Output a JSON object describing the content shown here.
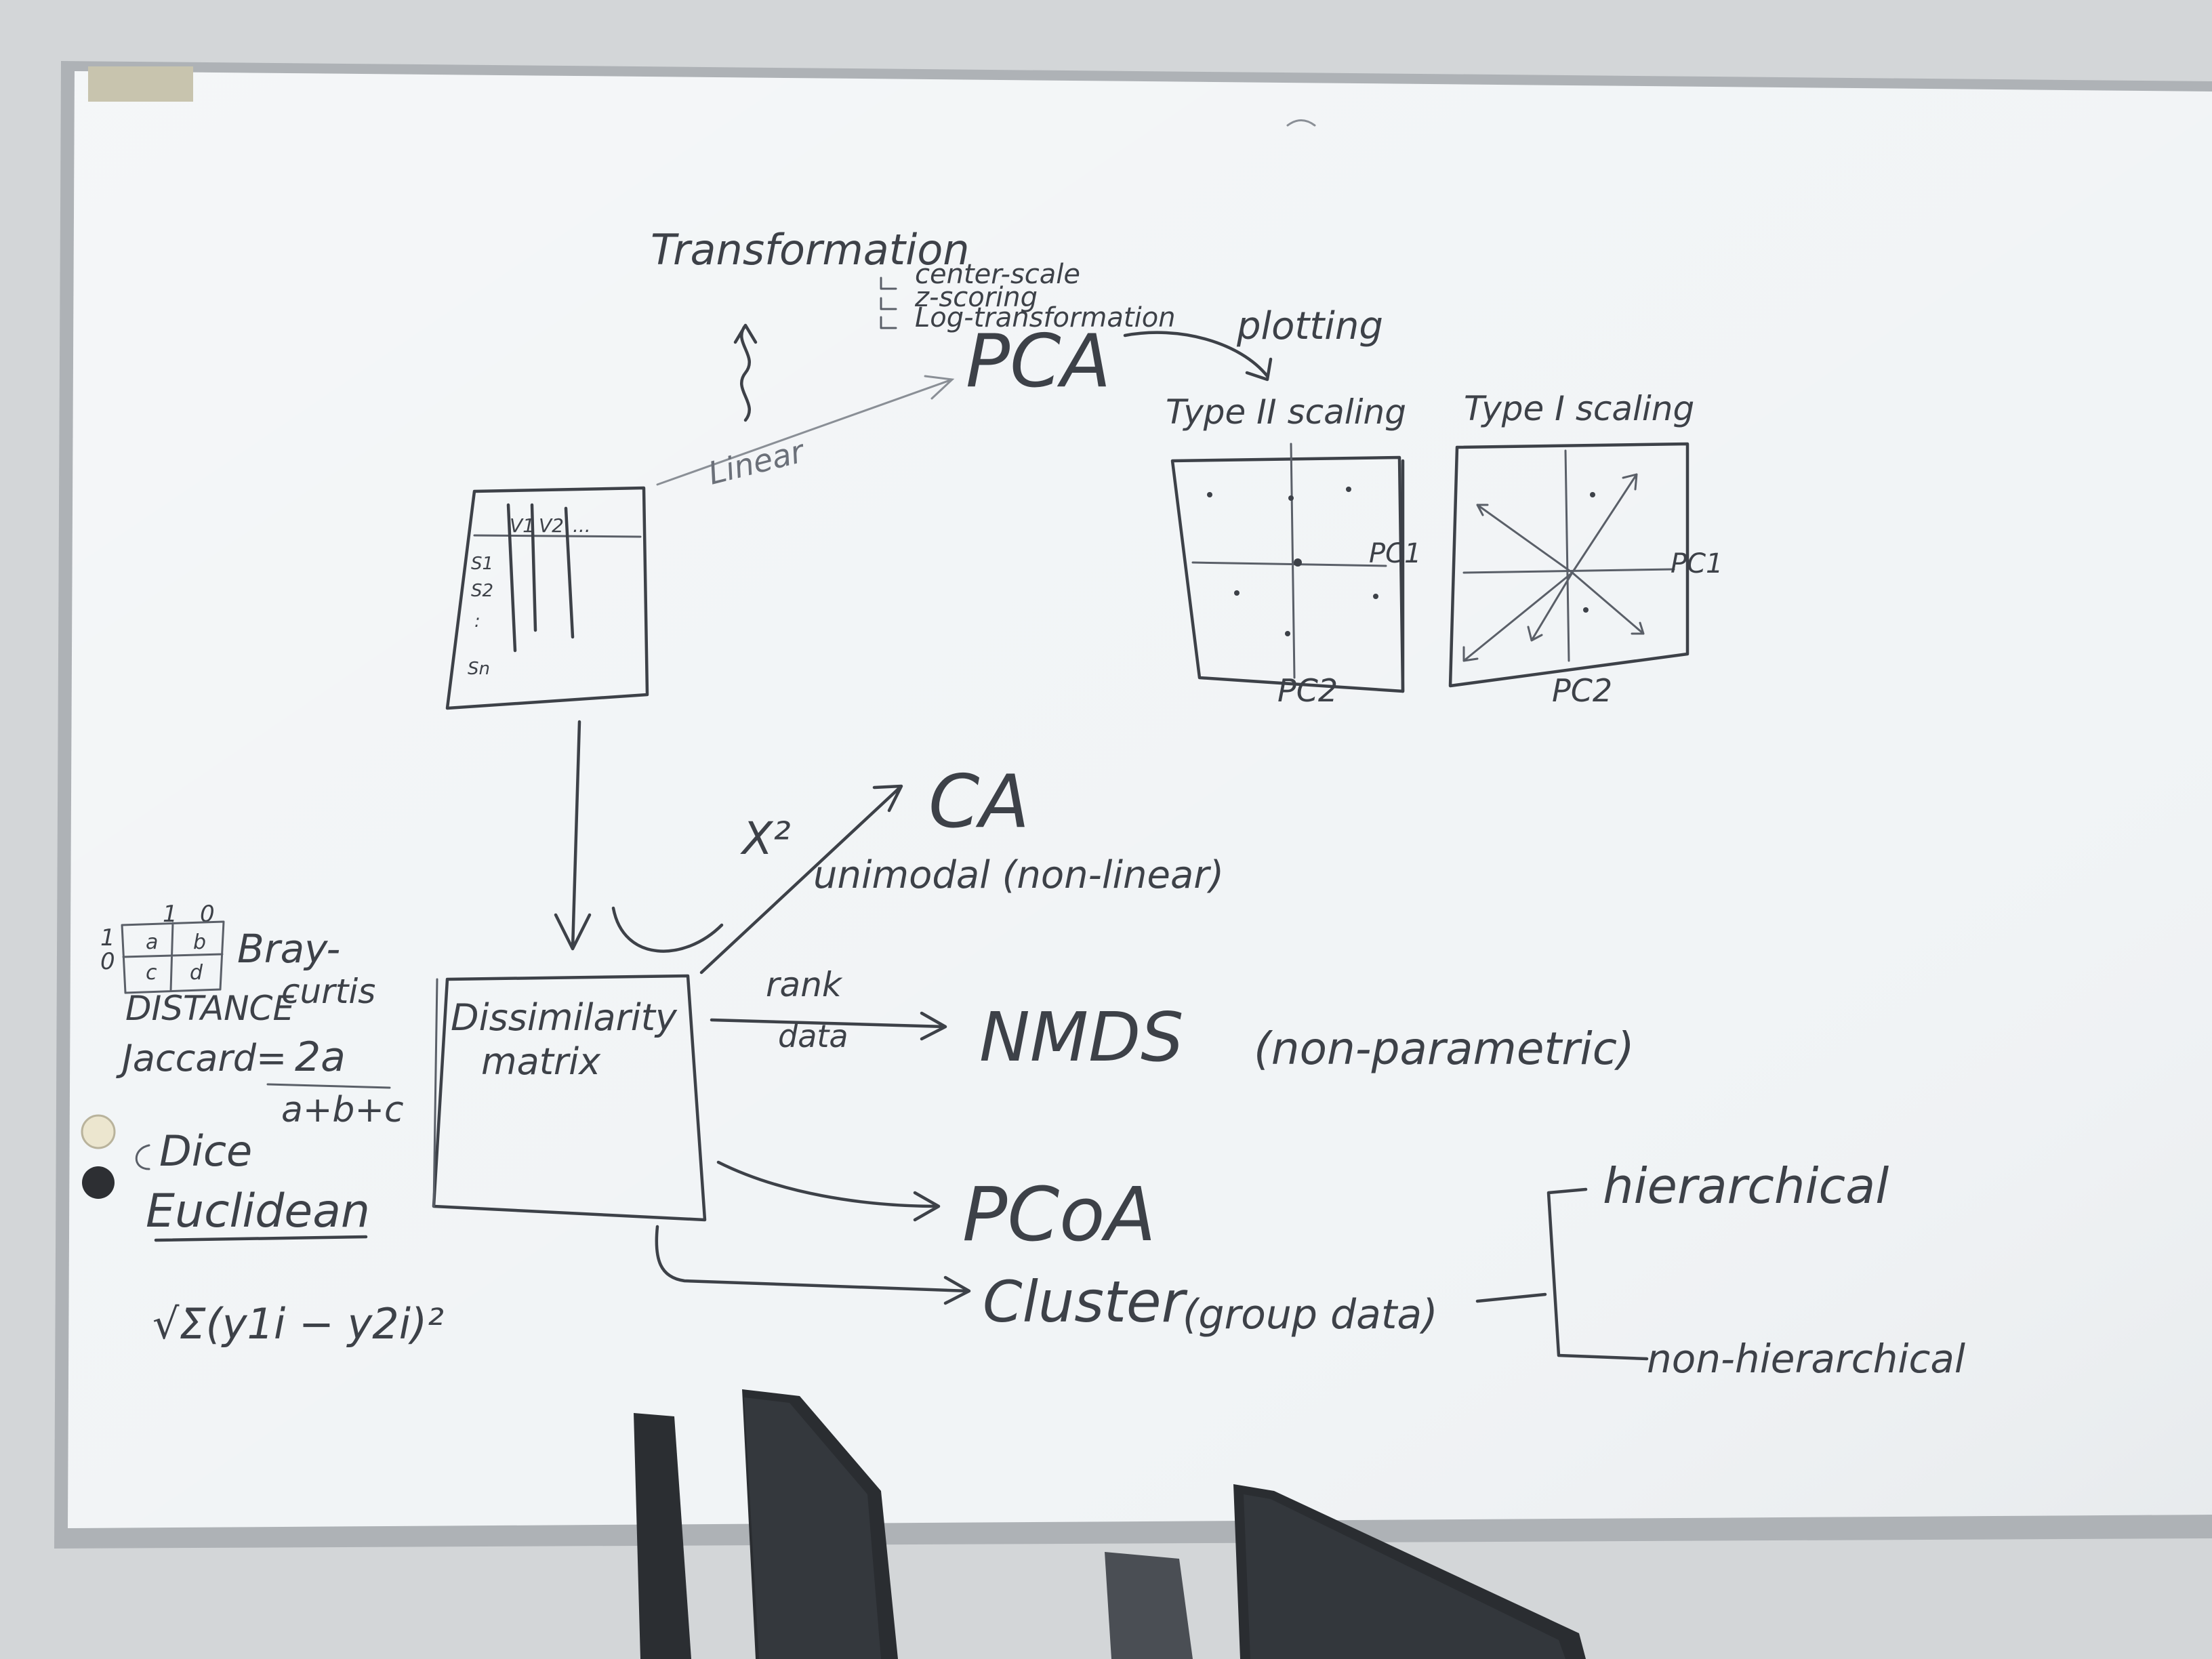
{
  "board": {
    "transformation": {
      "title": "Transformation",
      "items": [
        "center-scale",
        "z-scoring",
        "Log-transformation"
      ]
    },
    "pca": {
      "label": "PCA",
      "edge_label": "Linear",
      "plotting_label": "plotting"
    },
    "type2_plot": {
      "title": "Type II scaling",
      "x_axis": "PC2",
      "y_axis": "PC1"
    },
    "type1_plot": {
      "title": "Type I scaling",
      "x_axis": "PC2",
      "y_axis": "PC1"
    },
    "data_table": {
      "headers": [
        "V1",
        "V2",
        "..."
      ],
      "rows": [
        "S1",
        "S2",
        ":",
        "Sn"
      ]
    },
    "dissimilarity": {
      "line1": "Dissimilarity",
      "line2": "matrix"
    },
    "ca": {
      "label": "CA",
      "chi": "X²",
      "note": "unimodal (non-linear)"
    },
    "nmds": {
      "label": "NMDS",
      "note": "(non-parametric)",
      "edge_top": "rank",
      "edge_bottom": "data"
    },
    "pcoa": {
      "label": "PCoA"
    },
    "cluster": {
      "label": "Cluster",
      "note": "(group data)",
      "branches": [
        "hierarchical",
        "non-hierarchical"
      ]
    },
    "distances": {
      "grid_top": [
        "1",
        "0"
      ],
      "grid_side": [
        "1",
        "0"
      ],
      "cells": [
        "a",
        "b",
        "c",
        "d"
      ],
      "bray": "Bray-",
      "curtis": "curtis",
      "distance": "DISTANCE",
      "jaccard": "Jaccard=",
      "jaccard_num": "2a",
      "jaccard_den": "a+b+c",
      "dice": "Dice",
      "euclidean": "Euclidean",
      "formula": "√Σ(y1i − y2i)²"
    }
  },
  "colors": {
    "board": "#f3f6f8",
    "ink": "#3d4148",
    "frame": "#b9bdc1",
    "wall": "#d5d8da",
    "monitor": "#2a2d31"
  }
}
